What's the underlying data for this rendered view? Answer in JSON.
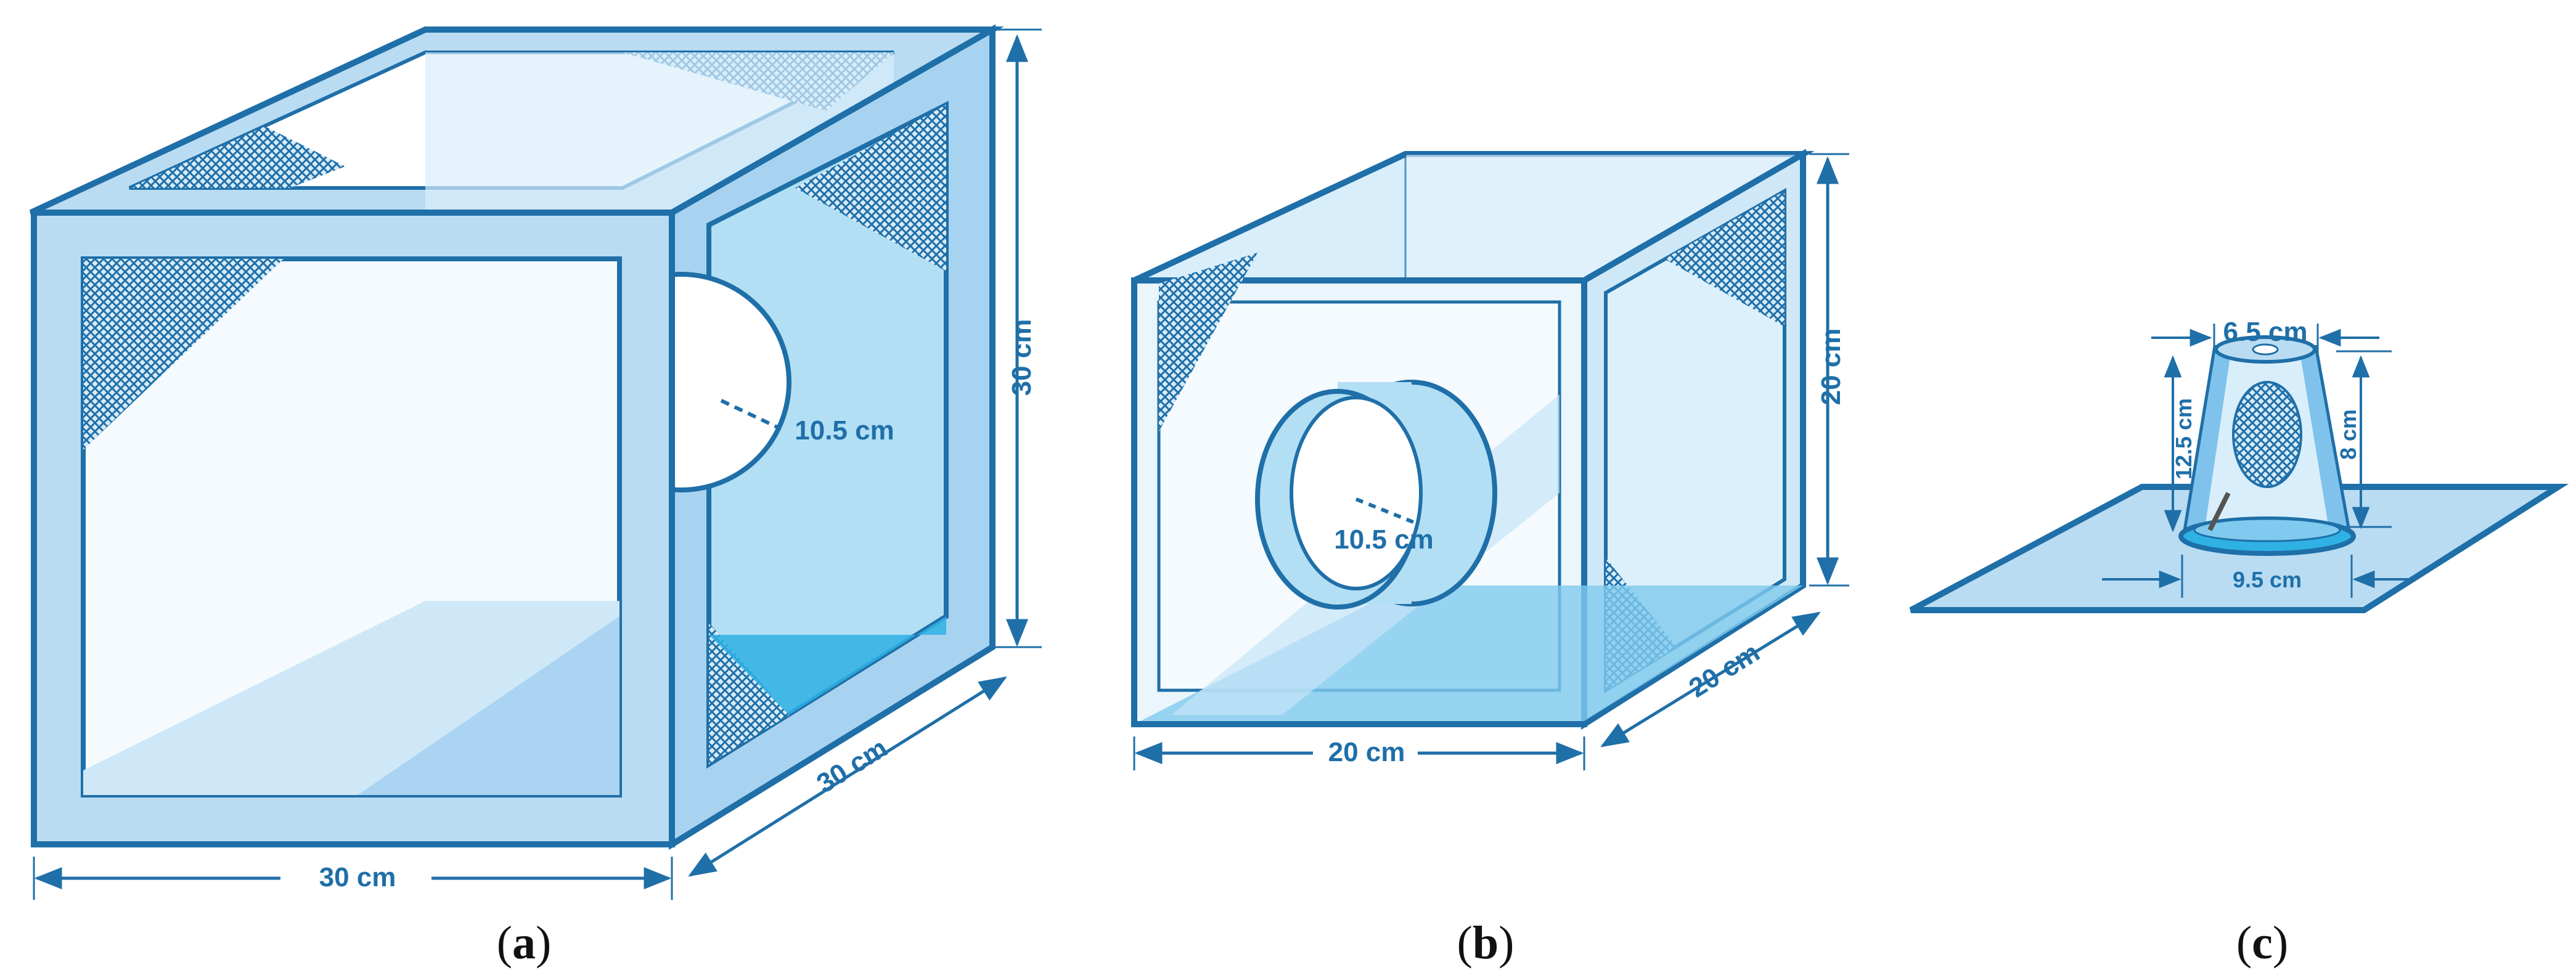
{
  "colors": {
    "frame": "#1f6fa8",
    "panel": "#b9dcf3",
    "glass": "#d9eefb",
    "deep": "#2fb1e4",
    "mesh": "#1f6fa8"
  },
  "figures": {
    "a": {
      "caption_open": "(",
      "caption_letter": "a",
      "caption_close": ")",
      "labels": {
        "height": "30 cm",
        "width": "30 cm",
        "depth": "30 cm",
        "hole": "10.5 cm"
      }
    },
    "b": {
      "caption_open": "(",
      "caption_letter": "b",
      "caption_close": ")",
      "labels": {
        "height": "20 cm",
        "width": "20 cm",
        "depth": "20 cm",
        "hole": "10.5 cm"
      }
    },
    "c": {
      "caption_open": "(",
      "caption_letter": "c",
      "caption_close": ")",
      "labels": {
        "top": "6.5 cm",
        "height": "12.5 cm",
        "window": "8 cm",
        "base": "9.5 cm"
      }
    }
  }
}
